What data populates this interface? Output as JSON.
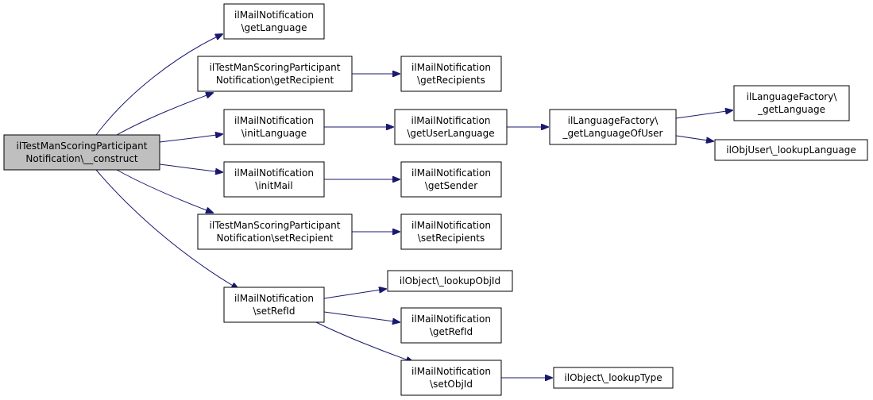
{
  "colors": {
    "edge": "#191970",
    "node_fill": "#ffffff",
    "root_fill": "#bfbfbf",
    "border": "#000000"
  },
  "nodes": [
    {
      "id": "construct",
      "lines": [
        "ilTestManScoringParticipant",
        "Notification\\__construct"
      ],
      "root": true
    },
    {
      "id": "getLanguage",
      "lines": [
        "ilMailNotification",
        "\\getLanguage"
      ]
    },
    {
      "id": "getRecipient",
      "lines": [
        "ilTestManScoringParticipant",
        "Notification\\getRecipient"
      ]
    },
    {
      "id": "getRecipients",
      "lines": [
        "ilMailNotification",
        "\\getRecipients"
      ]
    },
    {
      "id": "initLanguage",
      "lines": [
        "ilMailNotification",
        "\\initLanguage"
      ]
    },
    {
      "id": "getUserLanguage",
      "lines": [
        "ilMailNotification",
        "\\getUserLanguage"
      ]
    },
    {
      "id": "getLanguageOfUser",
      "lines": [
        "ilLanguageFactory\\",
        "_getLanguageOfUser"
      ]
    },
    {
      "id": "lf_getLanguage",
      "lines": [
        "ilLanguageFactory\\",
        "_getLanguage"
      ]
    },
    {
      "id": "lookupLanguage",
      "lines": [
        "ilObjUser\\_lookupLanguage"
      ]
    },
    {
      "id": "initMail",
      "lines": [
        "ilMailNotification",
        "\\initMail"
      ]
    },
    {
      "id": "getSender",
      "lines": [
        "ilMailNotification",
        "\\getSender"
      ]
    },
    {
      "id": "setRecipient",
      "lines": [
        "ilTestManScoringParticipant",
        "Notification\\setRecipient"
      ]
    },
    {
      "id": "setRecipients",
      "lines": [
        "ilMailNotification",
        "\\setRecipients"
      ]
    },
    {
      "id": "setRefId",
      "lines": [
        "ilMailNotification",
        "\\setRefId"
      ]
    },
    {
      "id": "lookupObjId",
      "lines": [
        "ilObject\\_lookupObjId"
      ]
    },
    {
      "id": "getRefId",
      "lines": [
        "ilMailNotification",
        "\\getRefId"
      ]
    },
    {
      "id": "setObjId",
      "lines": [
        "ilMailNotification",
        "\\setObjId"
      ]
    },
    {
      "id": "lookupType",
      "lines": [
        "ilObject\\_lookupType"
      ]
    }
  ],
  "edges": [
    {
      "from": "construct",
      "to": "getLanguage"
    },
    {
      "from": "construct",
      "to": "getRecipient"
    },
    {
      "from": "construct",
      "to": "initLanguage"
    },
    {
      "from": "construct",
      "to": "initMail"
    },
    {
      "from": "construct",
      "to": "setRecipient"
    },
    {
      "from": "construct",
      "to": "setRefId"
    },
    {
      "from": "getRecipient",
      "to": "getRecipients"
    },
    {
      "from": "initLanguage",
      "to": "getUserLanguage"
    },
    {
      "from": "getUserLanguage",
      "to": "getLanguageOfUser"
    },
    {
      "from": "getLanguageOfUser",
      "to": "lf_getLanguage"
    },
    {
      "from": "getLanguageOfUser",
      "to": "lookupLanguage"
    },
    {
      "from": "initMail",
      "to": "getSender"
    },
    {
      "from": "setRecipient",
      "to": "setRecipients"
    },
    {
      "from": "setRefId",
      "to": "lookupObjId"
    },
    {
      "from": "setRefId",
      "to": "getRefId"
    },
    {
      "from": "setRefId",
      "to": "setObjId"
    },
    {
      "from": "setObjId",
      "to": "lookupType"
    }
  ]
}
